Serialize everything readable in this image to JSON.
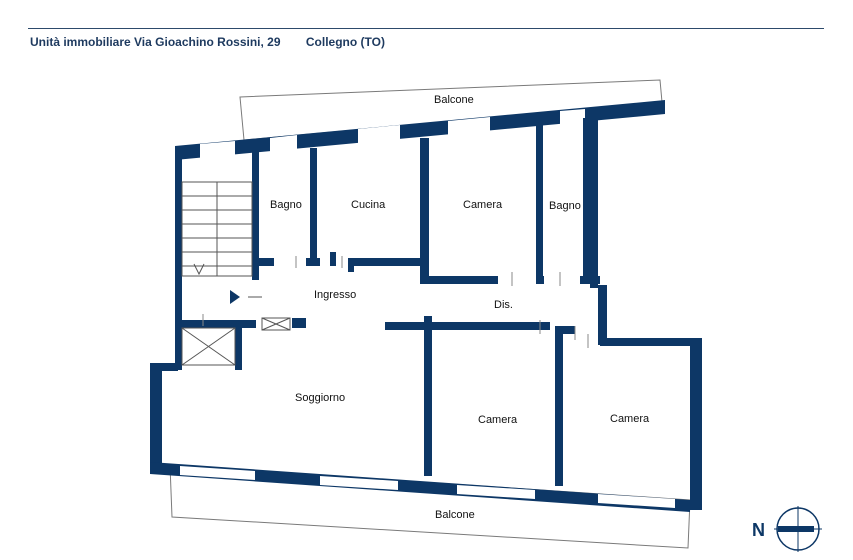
{
  "header": {
    "address": "Unità immobiliare Via Gioachino Rossini, 29",
    "city": "Collegno (TO)"
  },
  "rooms": {
    "balcone_top": "Balcone",
    "bagno_1": "Bagno",
    "cucina": "Cucina",
    "camera_1": "Camera",
    "bagno_2": "Bagno",
    "ingresso": "Ingresso",
    "dis": "Dis.",
    "soggiorno": "Soggiorno",
    "camera_2": "Camera",
    "camera_3": "Camera",
    "balcone_bottom": "Balcone"
  },
  "compass": {
    "label": "N",
    "icon": "north-arrow-icon"
  },
  "colors": {
    "wall": "#0d3766",
    "header_text": "#1e3a5f"
  }
}
